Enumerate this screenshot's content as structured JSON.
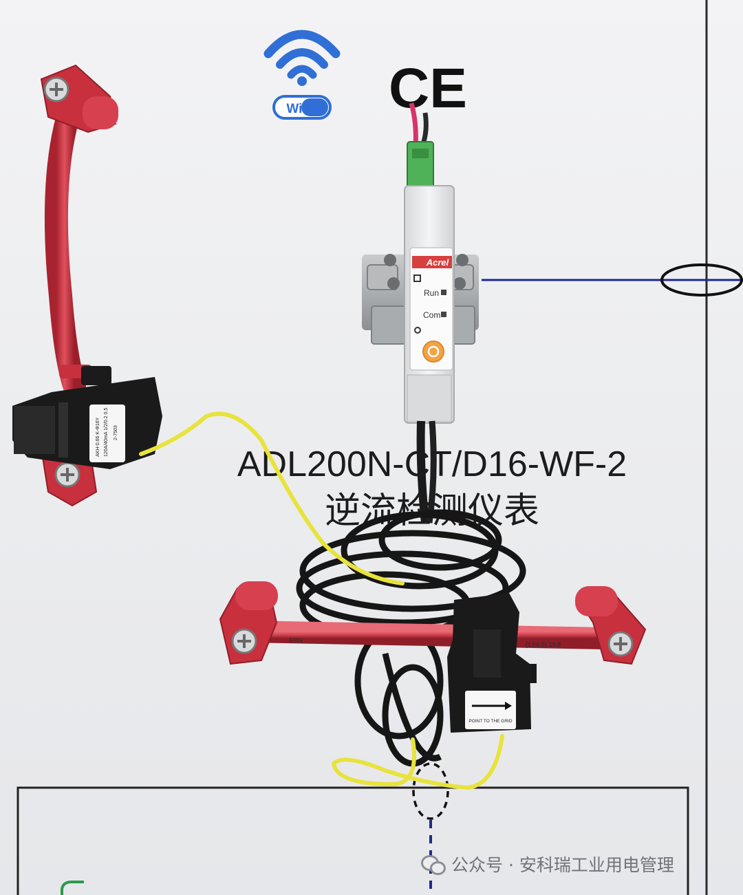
{
  "wifi_badge": {
    "label": "Wi Fi"
  },
  "ce_mark": {
    "label": "CE"
  },
  "product": {
    "model": "ADL200N-CT/D16-WF-2",
    "name": "逆流检测仪表"
  },
  "meter": {
    "brand": "Acrel",
    "run_label": "Run",
    "com_label": "Com"
  },
  "ct_left": {
    "label_line1": "AKH-0.66 K-Φ16Y",
    "label_line2": "120A/40mA 1/2/0.2  0.5",
    "label_line3": "2-7503"
  },
  "ct_bottom": {
    "direction_label": "POINT TO THE GRID"
  },
  "cable_bottom": {
    "marking_left": "600V",
    "marking_right": "(13/6.5) 19.8"
  },
  "watermark": {
    "text": "公众号 · 安科瑞工业用电管理"
  },
  "colors": {
    "board": "#ededef",
    "cable_red": "#d6404f",
    "lug_red": "#c8303e",
    "sense_yellow": "#e8e33c",
    "wifi_blue": "#2f6fd6",
    "diagram_line": "#1d2a8c"
  }
}
